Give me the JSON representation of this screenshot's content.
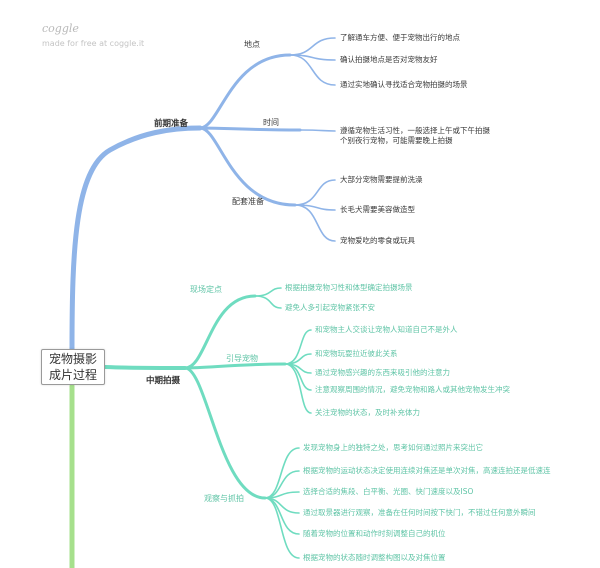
{
  "brand": {
    "name": "coggle",
    "tagline": "made for free at coggle.it"
  },
  "root": {
    "title": "宠物摄影\n成片过程"
  },
  "branches": [
    {
      "label": "前期准备",
      "subs": [
        {
          "label": "地点",
          "items": [
            "了解通车方便、便于宠物出行的地点",
            "确认拍摄地点是否对宠物友好",
            "通过实地确认寻找适合宠物拍摄的场景"
          ]
        },
        {
          "label": "时间",
          "items": [
            "遵循宠物生活习性，一般选择上午或下午拍摄\n个别夜行宠物，可能需要晚上拍摄"
          ]
        },
        {
          "label": "配套准备",
          "items": [
            "大部分宠物需要提前洗澡",
            "长毛犬需要美容做造型",
            "宠物爱吃的零食或玩具"
          ]
        }
      ]
    },
    {
      "label": "中期拍摄",
      "subs": [
        {
          "label": "现场定点",
          "items": [
            "根据拍摄宠物习性和体型确定拍摄场景",
            "避免人多引起宠物紧张不安"
          ]
        },
        {
          "label": "引导宠物",
          "items": [
            "和宠物主人交谈让宠物人知道自己不是外人",
            "和宠物玩耍拉近彼此关系",
            "通过宠物感兴趣的东西来吸引他的注意力",
            "注意观察周围的情况，避免宠物和路人或其他宠物发生冲突",
            "关注宠物的状态，及时补充体力"
          ]
        },
        {
          "label": "观察与抓拍",
          "items": [
            "发现宠物身上的独特之处，思考如何通过照片来突出它",
            "根据宠物的运动状态决定使用连续对焦还是单次对焦，高速连拍还是低速连",
            "选择合适的焦段、白平衡、光圈、快门速度以及ISO",
            "通过取景器进行观察，准备在任何时间按下快门，不错过任何意外瞬间",
            "随着宠物的位置和动作时刻调整自己的机位",
            "根据宠物的状态随时调整构图以及对焦位置"
          ]
        }
      ]
    }
  ]
}
